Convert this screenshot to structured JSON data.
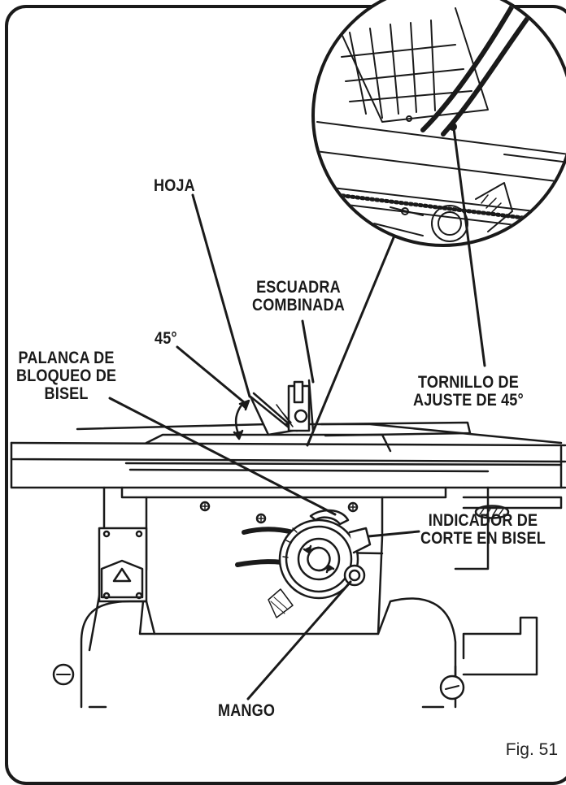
{
  "labels": {
    "hoja": "HOJA",
    "escuadra": [
      "ESCUADRA",
      "COMBINADA"
    ],
    "angle": "45°",
    "palanca": [
      "PALANCA DE",
      "BLOQUEO DE",
      "BISEL"
    ],
    "tornillo": [
      "TORNILLO DE",
      "AJUSTE DE 45°"
    ],
    "indicador": [
      "INDICADOR DE",
      "CORTE EN BISEL"
    ],
    "mango": "MANGO"
  },
  "figure": "Fig. 51",
  "colors": {
    "ink": "#1a1a1a",
    "paper": "#ffffff",
    "shade": "#bdbdbd"
  }
}
